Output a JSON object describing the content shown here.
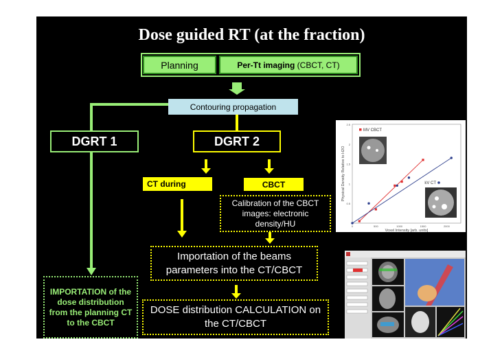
{
  "title": "Dose guided RT (at the fraction)",
  "planning_label": "Planning",
  "perTt_bold": "Per-Tt imaging",
  "perTt_rest": " (CBCT, CT)",
  "contouring_label": "Contouring propagation",
  "dgrt1_label": "DGRT 1",
  "dgrt2_label": "DGRT 2",
  "ct_during_label": "CT during",
  "cbct_label": "CBCT",
  "calibration_text": "Calibration of the CBCT images:  electronic density/HU",
  "importation_beams_text": "Importation of the beams parameters into the CT/CBCT",
  "dose_calc_text": "DOSE distribution CALCULATION on the CT/CBCT",
  "importation_dose_text": "IMPORTATION of the dose distribution from the planning CT to the CBCT",
  "colors": {
    "green": "#99ee77",
    "yellow": "#ffff00",
    "light_blue": "#bfe3ec",
    "mv_red": "#e03030",
    "kv_blue": "#2c3e8c"
  },
  "chart_data": {
    "type": "scatter",
    "xlabel": "Voxel Intensity [arb. units]",
    "ylabel": "Physical Density Relative to H2O",
    "xlim": [
      0,
      2300
    ],
    "ylim": [
      0,
      2.5
    ],
    "x_ticks": [
      "0",
      "500",
      "1000",
      "1500",
      "2000"
    ],
    "y_ticks": [
      "0.5",
      "1",
      "1.5",
      "2",
      "2.5"
    ],
    "series": [
      {
        "name": "MV CBCT",
        "color": "#e03030",
        "x": [
          150,
          500,
          900,
          1050,
          1500
        ],
        "y": [
          0.05,
          0.35,
          0.95,
          1.05,
          1.6
        ]
      },
      {
        "name": "kV CT",
        "color": "#2c3e8c",
        "x": [
          0,
          350,
          950,
          1200,
          2100
        ],
        "y": [
          0.0,
          0.5,
          0.95,
          1.15,
          1.65
        ]
      }
    ],
    "legend_mv": "MV CBCT",
    "legend_kv": "kV CT"
  }
}
